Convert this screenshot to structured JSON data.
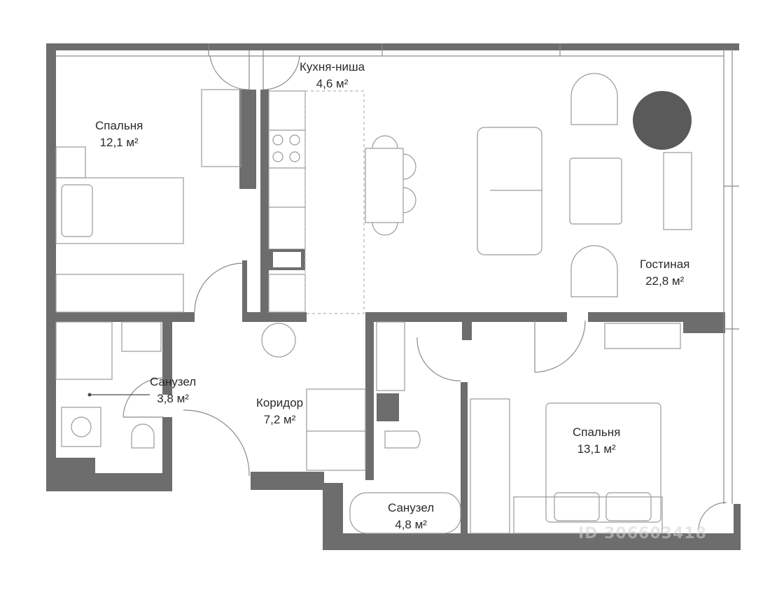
{
  "rooms": {
    "kitchen": {
      "name": "Кухня-ниша",
      "area": "4,6 м²"
    },
    "bedroom1": {
      "name": "Спальня",
      "area": "12,1 м²"
    },
    "living": {
      "name": "Гостиная",
      "area": "22,8 м²"
    },
    "bath1": {
      "name": "Санузел",
      "area": "3,8 м²"
    },
    "corridor": {
      "name": "Коридор",
      "area": "7,2 м²"
    },
    "bedroom2": {
      "name": "Спальня",
      "area": "13,1 м²"
    },
    "bath2": {
      "name": "Санузел",
      "area": "4,8 м²"
    }
  },
  "watermark": {
    "text": "ID 306603418"
  },
  "colors": {
    "wall": "#6d6d6d",
    "line": "#9a9a9a",
    "column": "#5a5a5a"
  }
}
